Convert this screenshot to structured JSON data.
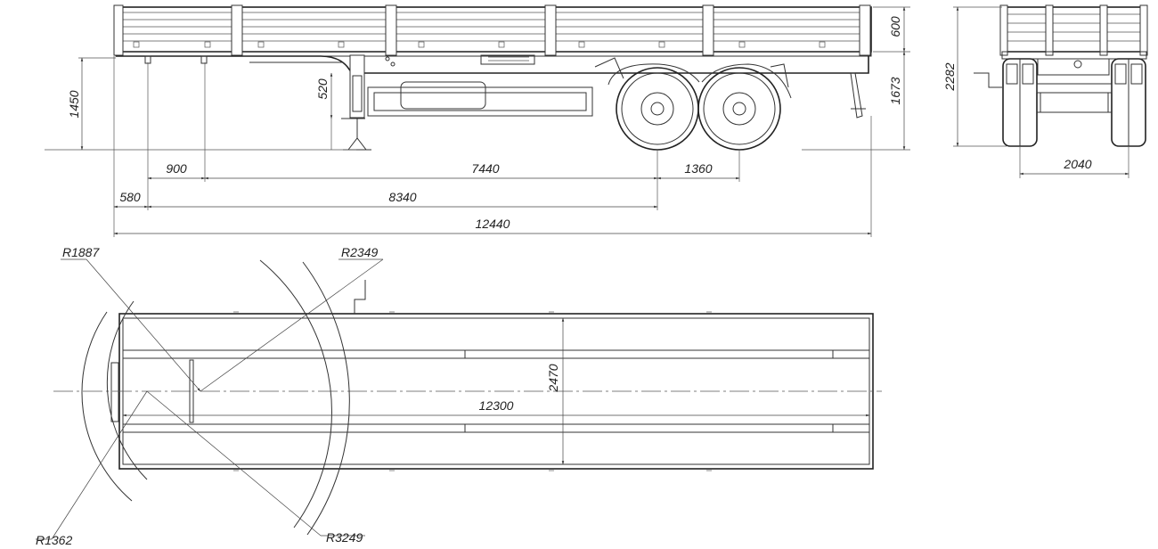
{
  "side_view": {
    "height_total": "1450",
    "board_height": "600",
    "deck_height": "1673",
    "fifth_wheel_height": "520",
    "kingpin_offset": "900",
    "kingpin_to_axle": "7440",
    "axle_spread": "1360",
    "front_overhang": "580",
    "wheelbase": "8340",
    "overall_length": "12440"
  },
  "rear_view": {
    "overall_height": "2282",
    "track_width": "2040"
  },
  "top_view": {
    "radius_front_outer": "R1887",
    "radius_corner": "R2349",
    "radius_inner": "R1362",
    "radius_rear": "R3249",
    "body_length": "12300",
    "body_width": "2470"
  }
}
